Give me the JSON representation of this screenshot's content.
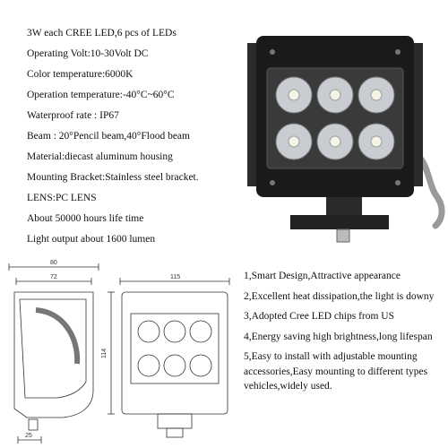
{
  "specs": [
    "3W each CREE LED,6 pcs of LEDs",
    "Operating Volt:10-30Volt DC",
    "Color temperature:6000K",
    "Operation temperature:-40°C~60°C",
    "Waterproof rate : IP67",
    "Beam : 20°Pencil beam,40°Flood beam",
    "Material:diecast aluminum housing",
    "Mounting Bracket:Stainless steel bracket.",
    "LENS:PC LENS",
    "About 50000 hours life time",
    "Light output about 1600 lumen"
  ],
  "features": [
    "1,Smart Design,Attractive appearance",
    "2,Excellent heat dissipation,the light is downy",
    "3,Adopted Cree LED chips from US",
    "4,Energy saving high brightness,long lifespan",
    "5,Easy to install with adjustable mounting accessories,Easy mounting to different types vehicles,widely used."
  ],
  "dimensions": {
    "side_width": "80",
    "side_inner": "72",
    "front_width": "115",
    "height": "114",
    "base": "25"
  },
  "colors": {
    "housing": "#1a1a1a",
    "reflector": "#c9ccd0",
    "cable": "#9a9a9a",
    "line_drawing": "#333333"
  }
}
